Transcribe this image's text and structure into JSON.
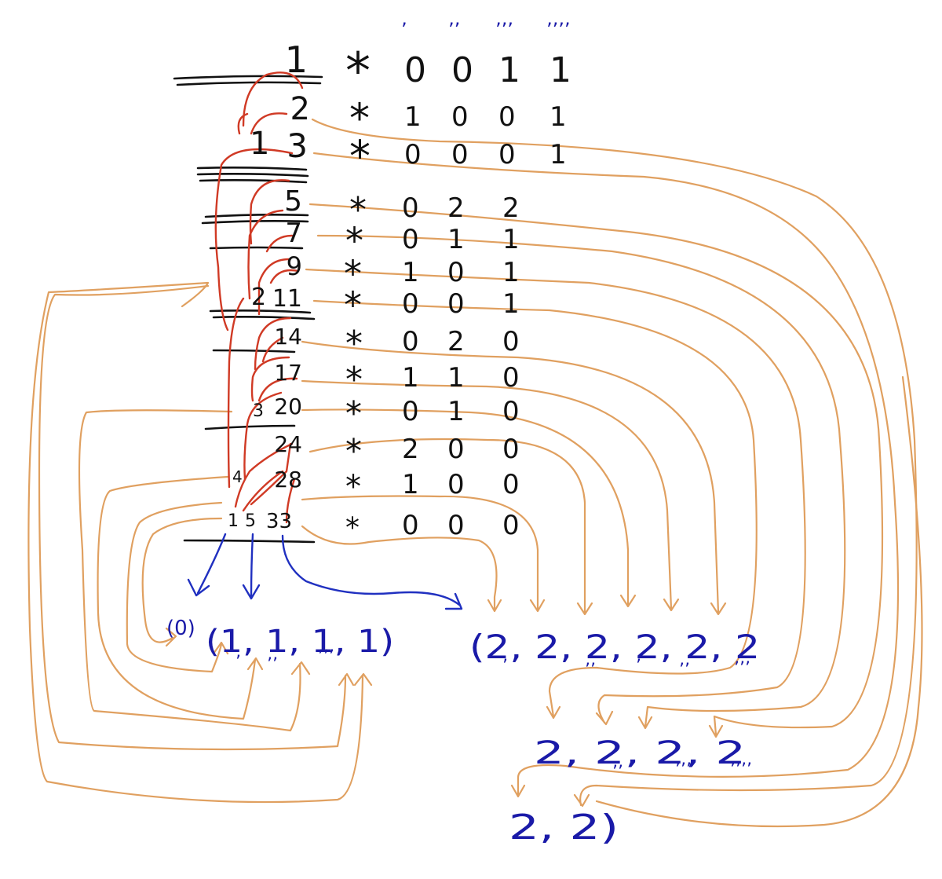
{
  "table": {
    "column_marks": [
      "’",
      "’’",
      "’’’",
      "’’’’"
    ],
    "rows": [
      {
        "n": "1",
        "star": "*",
        "digits": [
          "0",
          "0",
          "1",
          "1"
        ]
      },
      {
        "n": "2",
        "star": "*",
        "digits": [
          "1",
          "0",
          "0",
          "1"
        ]
      },
      {
        "n": "3",
        "star": "*",
        "digits": [
          "0",
          "0",
          "0",
          "1"
        ]
      },
      {
        "n": "5",
        "star": "*",
        "digits": [
          "0",
          "2",
          "2"
        ]
      },
      {
        "n": "7",
        "star": "*",
        "digits": [
          "0",
          "1",
          "1"
        ]
      },
      {
        "n": "9",
        "star": "*",
        "digits": [
          "1",
          "0",
          "1"
        ]
      },
      {
        "n": "11",
        "star": "*",
        "digits": [
          "0",
          "0",
          "1"
        ]
      },
      {
        "n": "14",
        "star": "*",
        "digits": [
          "0",
          "2",
          "0"
        ]
      },
      {
        "n": "17",
        "star": "*",
        "digits": [
          "1",
          "1",
          "0"
        ]
      },
      {
        "n": "20",
        "star": "*",
        "digits": [
          "0",
          "1",
          "0"
        ]
      },
      {
        "n": "24",
        "star": "*",
        "digits": [
          "2",
          "0",
          "0"
        ]
      },
      {
        "n": "28",
        "star": "*",
        "digits": [
          "1",
          "0",
          "0"
        ]
      },
      {
        "n": "33",
        "star": "*",
        "digits": [
          "0",
          "0",
          "0"
        ]
      }
    ],
    "side_labels": [
      {
        "text": "1"
      },
      {
        "text": "2"
      },
      {
        "text": "3"
      },
      {
        "text": "4"
      },
      {
        "text": "1"
      },
      {
        "text": "5"
      }
    ]
  },
  "result_left": {
    "zero": "(0)",
    "tuple": "(1, 1, 1, 1)",
    "marks": [
      "’",
      "’’",
      "’’’"
    ]
  },
  "result_right": {
    "line1": "(2, 2, 2, 2, 2, 2",
    "line1_marks": [
      "’",
      "’’",
      "’",
      "’’",
      "’’’"
    ],
    "line2": "2, 2, 2, 2",
    "line2_marks": [
      "’’",
      "’’’",
      "’’’’"
    ],
    "line3": "2, 2)"
  },
  "colors": {
    "ink": "#111111",
    "red_links": "#d03a25",
    "orange_arrows": "#e0a060",
    "blue_ink": "#2030c0"
  }
}
